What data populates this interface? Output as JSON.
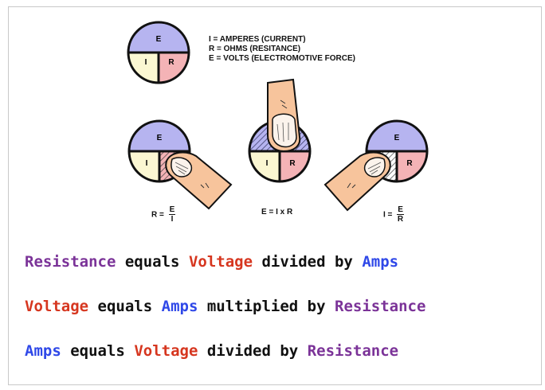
{
  "circle_letters": {
    "e": "E",
    "i": "I",
    "r": "R"
  },
  "legend": [
    "I  = AMPERES (CURRENT)",
    "R  = OHMS (RESITANCE)",
    "E  = VOLTS (ELECTROMOTIVE FORCE)"
  ],
  "formulas": {
    "r": {
      "lhs": "R =",
      "num": "E",
      "den": "I"
    },
    "e": {
      "text": "E = I x R"
    },
    "i": {
      "lhs": "I =",
      "num": "E",
      "den": "R"
    }
  },
  "sentences": [
    {
      "words": [
        "Resistance",
        "equals",
        "Voltage",
        "divided by",
        "Amps"
      ]
    },
    {
      "words": [
        "Voltage",
        "equals",
        "Amps",
        "multiplied by",
        "Resistance"
      ]
    },
    {
      "words": [
        "Amps",
        "equals",
        "Voltage",
        "divided by",
        "Resistance"
      ]
    }
  ],
  "colors": {
    "e_section": "#b6b4f0",
    "i_section": "#fbf7d2",
    "r_section": "#f4b3b6",
    "finger": "#f7c49c",
    "resistance_text": "#7b3398",
    "voltage_text": "#d6361f",
    "amps_text": "#2f48e8"
  }
}
